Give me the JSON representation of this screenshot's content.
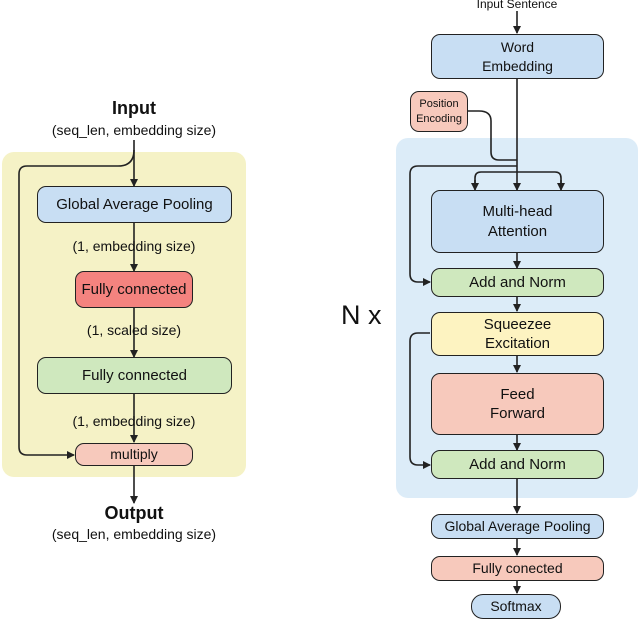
{
  "left": {
    "input_title": "Input",
    "input_shape": "(seq_len, embedding size)",
    "gap_label": "Global Average Pooling",
    "shape_after_gap": "(1, embedding size)",
    "fc1_label": "Fully connected",
    "shape_after_fc1": "(1, scaled size)",
    "fc2_label": "Fully connected",
    "shape_after_fc2": "(1, embedding size)",
    "multiply_label": "multiply",
    "output_title": "Output",
    "output_shape": "(seq_len, embedding size)"
  },
  "right": {
    "input_label": "Input Sentence",
    "word_embedding_label": "Word\nEmbedding",
    "position_encoding_label": "Position\nEncoding",
    "repeat_label": "N x",
    "mha_label": "Multi-head\nAttention",
    "add_norm_1_label": "Add and Norm",
    "se_label": "Squeezee\nExcitation",
    "ff_label": "Feed\nForward",
    "add_norm_2_label": "Add and Norm",
    "gap_label": "Global Average Pooling",
    "fc_label": "Fully conected",
    "softmax_label": "Softmax"
  },
  "colors": {
    "left_background": "#f5f2c6",
    "right_background": "#dcecf8",
    "blue_box": "#c8def3",
    "red_box": "#f4837f",
    "salmon_box": "#f7c9bc",
    "green_box": "#cfe8be",
    "yellow_box": "#fdf3c1"
  }
}
